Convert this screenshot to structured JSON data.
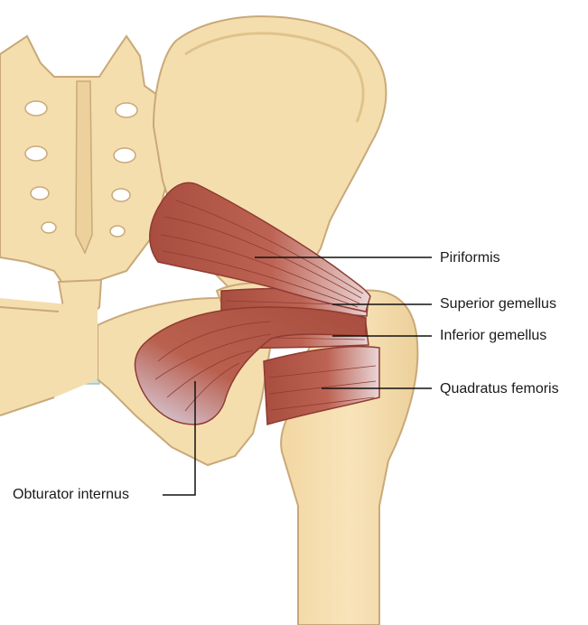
{
  "labels": {
    "piriformis": "Piriformis",
    "superior_gemellus": "Superior gemellus",
    "inferior_gemellus": "Inferior gemellus",
    "quadratus_femoris": "Quadratus femoris",
    "obturator_internus": "Obturator internus"
  },
  "colors": {
    "bone_fill": "#f5deae",
    "bone_outline": "#c9a979",
    "bone_shadow": "#e6c58c",
    "muscle": "#b85c4c",
    "muscle_dark": "#8f3b31",
    "muscle_light": "#e8b7aa",
    "tendon": "#e6e3f0",
    "cartilage": "#cfe3dc",
    "leader_line": "#111111"
  }
}
